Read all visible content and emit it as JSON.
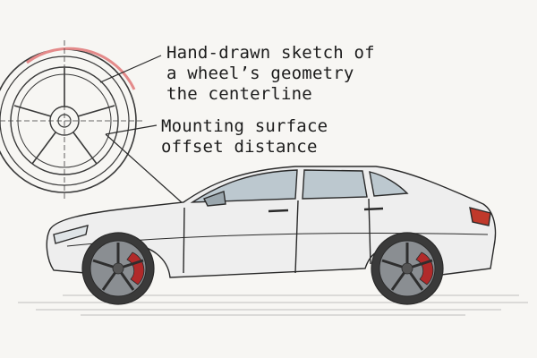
{
  "annotations": {
    "geometry": {
      "line1": "Hand-drawn sketch of",
      "line2": "a wheel’s geometry",
      "line3": "the centerline"
    },
    "mounting": {
      "line1": "Mounting surface",
      "line2": "offset distance"
    }
  },
  "colors": {
    "paper": "#f7f6f3",
    "ink": "#2a2a2a",
    "body_fill": "#eeeeee",
    "glass": "#bcc8cf",
    "tire": "#3a3a3a",
    "rim": "#8a8e92",
    "caliper": "#b12a2a",
    "tail_light": "#c0392b",
    "rim_highlight": "#e48a8a"
  }
}
